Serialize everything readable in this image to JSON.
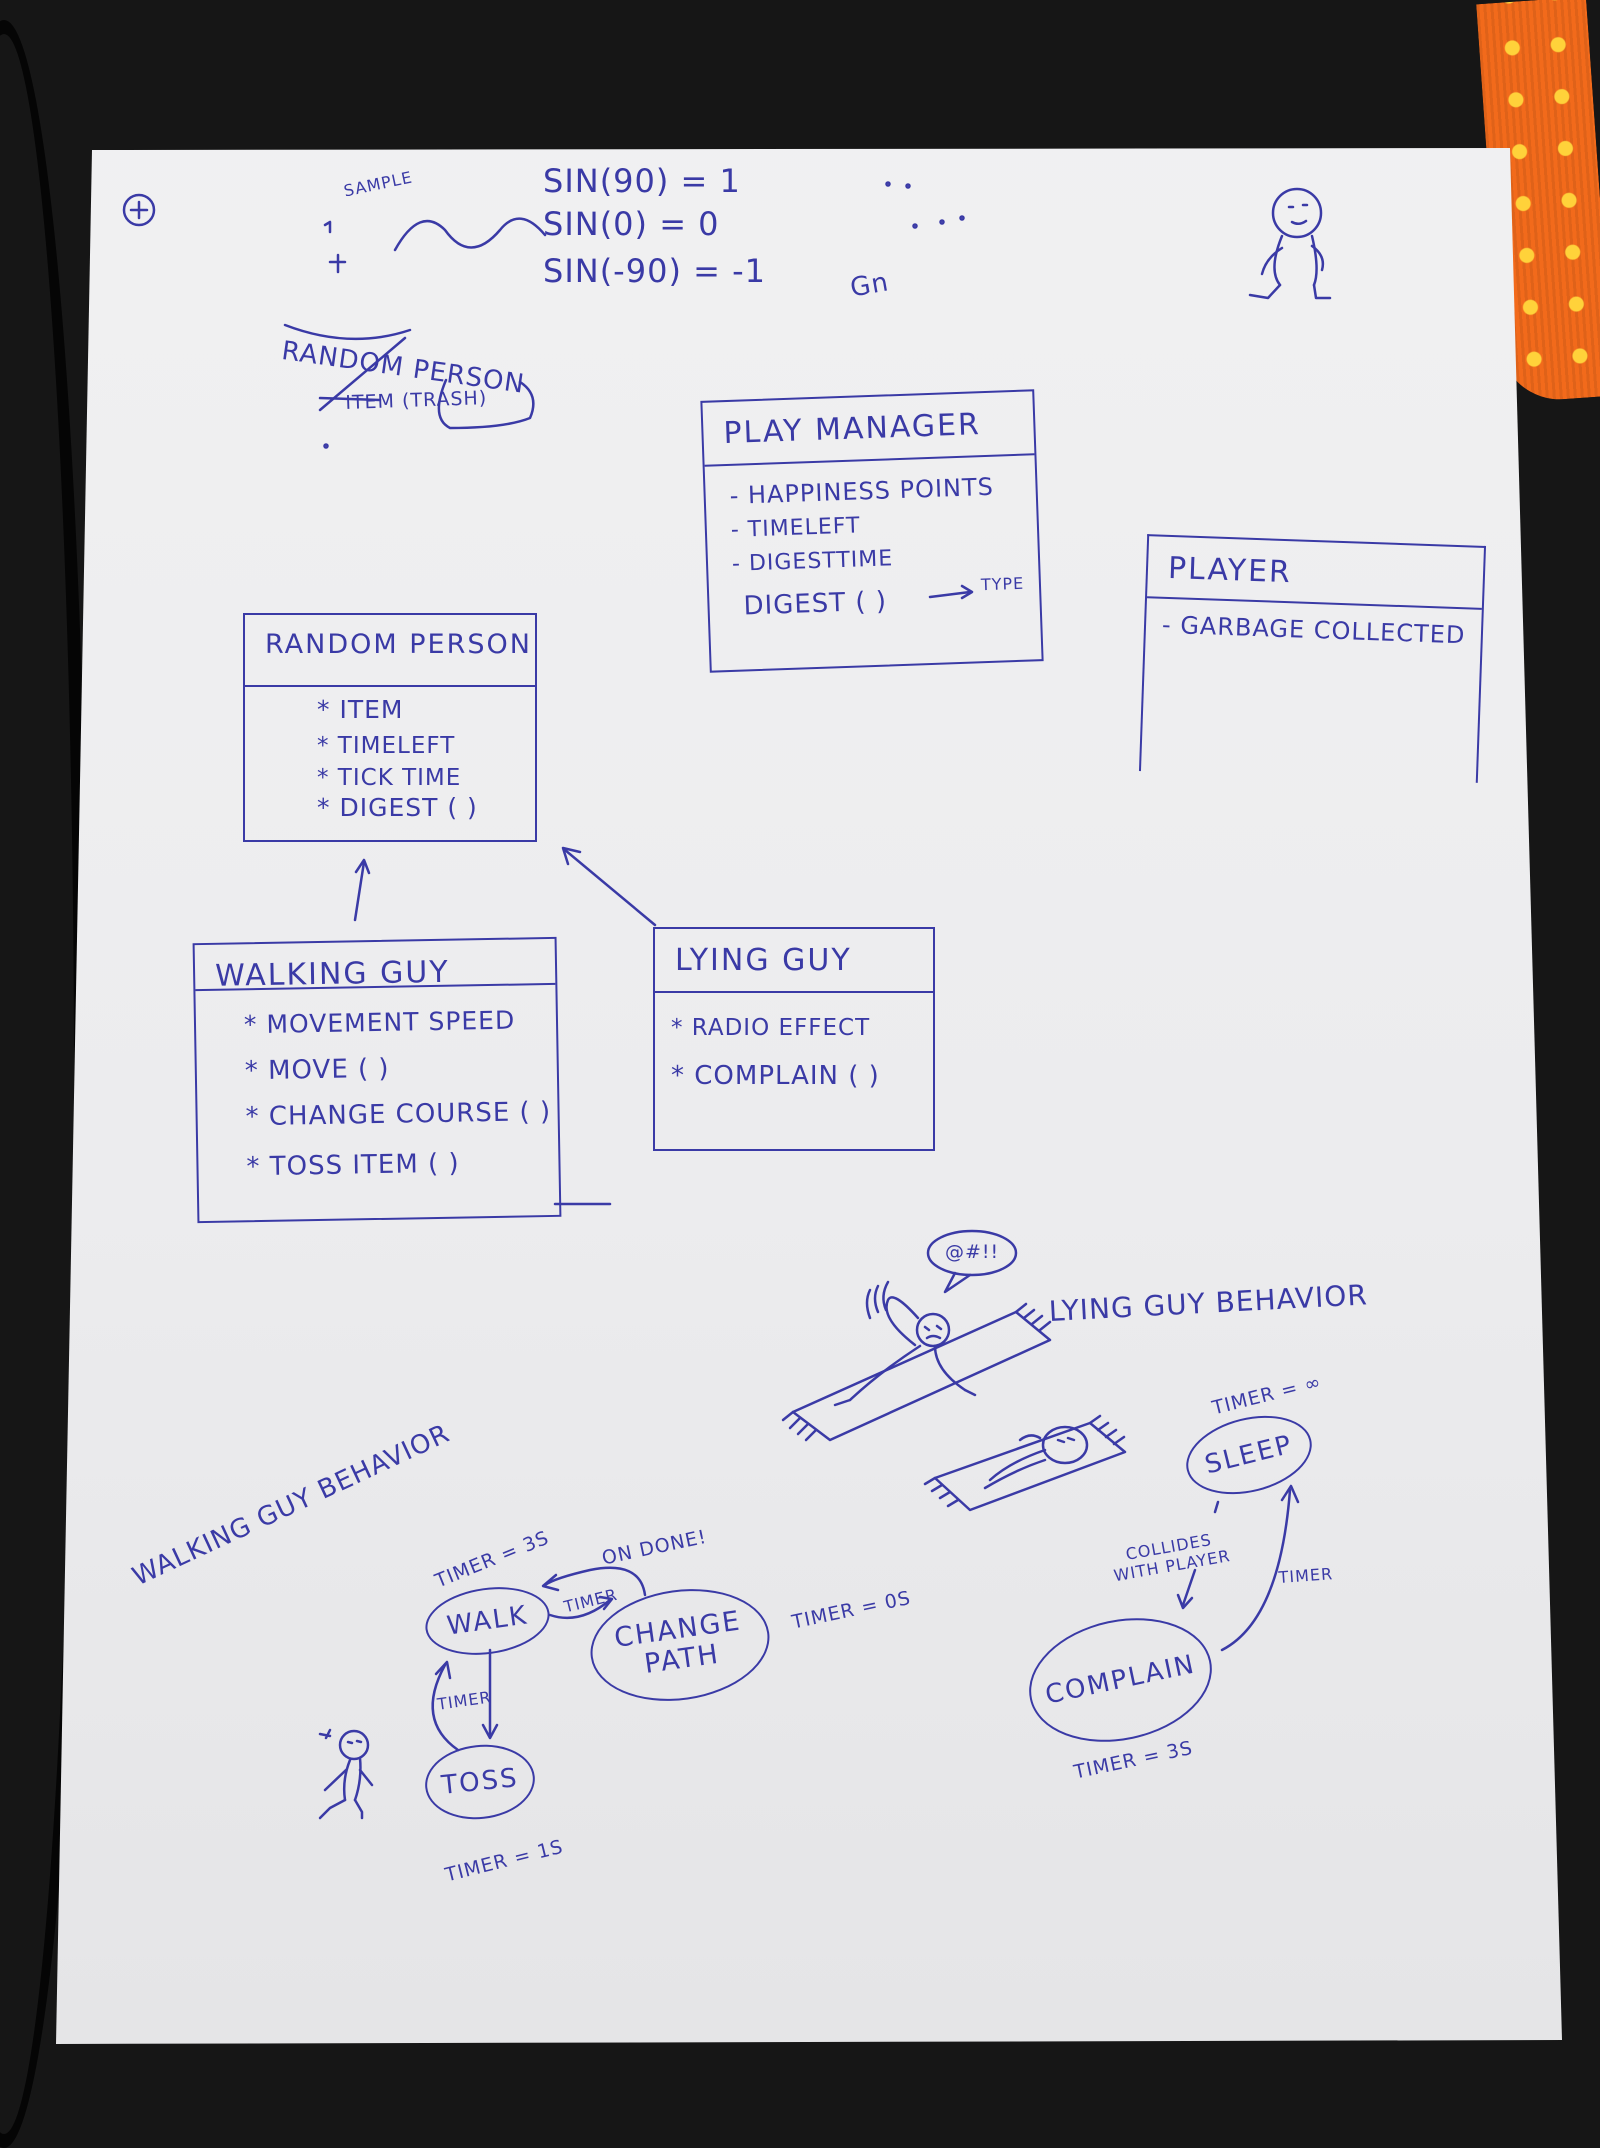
{
  "ink_color": "#3a3aa6",
  "background_color": "#161616",
  "paper_color": "#efeff0",
  "cloth_color": "#f26a1b",
  "notes": {
    "sine_scribble": "SAMPLE",
    "sin_lines": [
      "SIN(90) = 1",
      "SIN(0) = 0",
      "SIN(-90) = -1"
    ],
    "top_scribble": "Gn"
  },
  "crossed_class": {
    "title": "RANDOM PERSON",
    "attr": "ITEM (TRASH)"
  },
  "classes": {
    "play_manager": {
      "title": "PLAY MANAGER",
      "attrs": [
        "- HAPPINESS POINTS",
        "- TIMELEFT",
        "- DIGESTTIME"
      ],
      "method": "DIGEST ( )",
      "method_note": "TYPE"
    },
    "player": {
      "title": "PLAYER",
      "attrs": [
        "- GARBAGE COLLECTED"
      ]
    },
    "random_person": {
      "title": "RANDOM PERSON",
      "attrs": [
        "* ITEM",
        "* TIMELEFT",
        "* TICK TIME",
        "* DIGEST ( )"
      ]
    },
    "walking_guy": {
      "title": "WALKING GUY",
      "attrs": [
        "* MOVEMENT SPEED",
        "* MOVE ( )",
        "* CHANGE COURSE ( )",
        "* TOSS ITEM ( )"
      ]
    },
    "lying_guy": {
      "title": "LYING GUY",
      "attrs": [
        "* RADIO EFFECT",
        "* COMPLAIN ( )"
      ]
    }
  },
  "walking_behavior": {
    "title": "WALKING GUY BEHAVIOR",
    "states": {
      "walk": "WALK",
      "change_path": "CHANGE PATH",
      "toss": "TOSS"
    },
    "labels": {
      "walk_timer": "TIMER = 3S",
      "on_done": "ON DONE!",
      "timer_walk_change": "TIMER",
      "change_timer": "TIMER = 0S",
      "timer_walk_toss": "TIMER",
      "toss_timer": "TIMER = 1S"
    }
  },
  "lying_behavior": {
    "title": "LYING GUY BEHAVIOR",
    "speech": "@#!!",
    "states": {
      "sleep": "SLEEP",
      "complain": "COMPLAIN"
    },
    "labels": {
      "sleep_timer": "TIMER = ∞",
      "collides": "COLLIDES WITH PLAYER",
      "timer_back": "TIMER",
      "complain_timer": "TIMER = 3S"
    }
  }
}
